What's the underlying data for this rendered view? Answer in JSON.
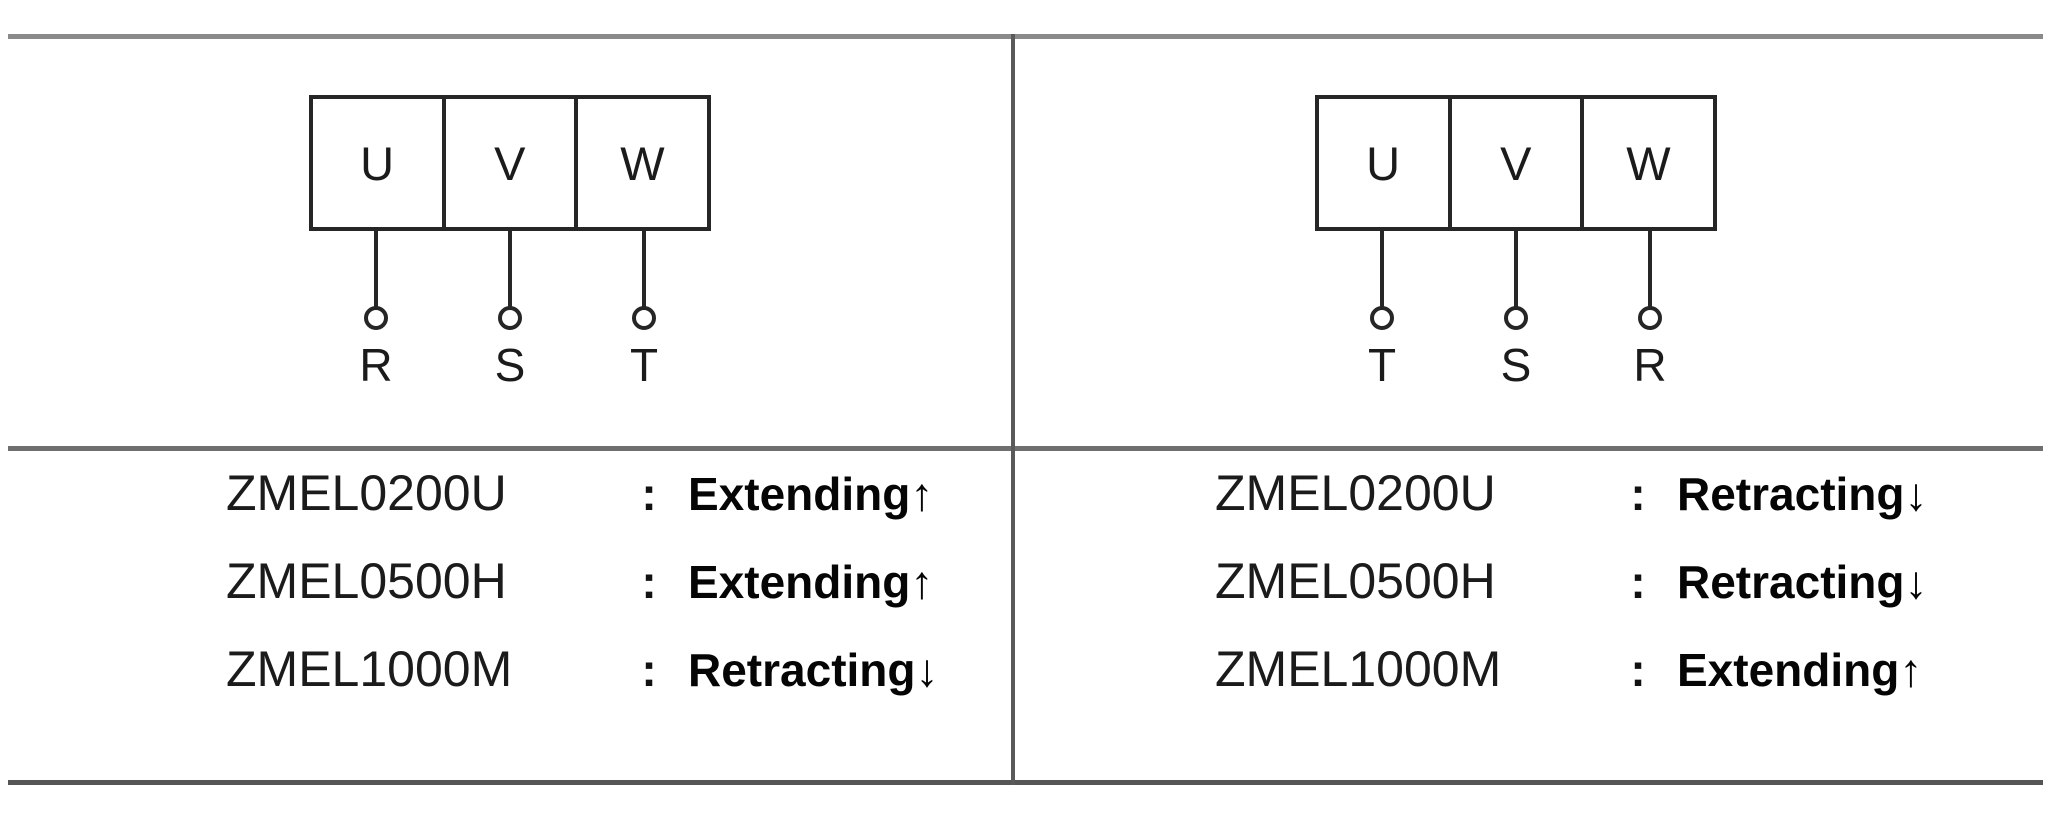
{
  "diagram": {
    "type": "wiring-phase-sequence",
    "panels": [
      {
        "id": "left",
        "terminal_box": {
          "labels": [
            "U",
            "V",
            "W"
          ]
        },
        "supply_terminals": [
          "R",
          "S",
          "T"
        ],
        "specs": [
          {
            "model": "ZMEL0200U",
            "separator": ":",
            "action": "Extending↑"
          },
          {
            "model": "ZMEL0500H",
            "separator": ":",
            "action": "Extending↑"
          },
          {
            "model": "ZMEL1000M",
            "separator": ":",
            "action": "Retracting↓"
          }
        ]
      },
      {
        "id": "right",
        "terminal_box": {
          "labels": [
            "U",
            "V",
            "W"
          ]
        },
        "supply_terminals": [
          "T",
          "S",
          "R"
        ],
        "specs": [
          {
            "model": "ZMEL0200U",
            "separator": ":",
            "action": "Retracting↓"
          },
          {
            "model": "ZMEL0500H",
            "separator": ":",
            "action": "Retracting↓"
          },
          {
            "model": "ZMEL1000M",
            "separator": ":",
            "action": "Extending↑"
          }
        ]
      }
    ]
  },
  "colors": {
    "line": "#262626",
    "rule": "#7d7d7d",
    "text": "#1b1b1b",
    "background": "#ffffff"
  }
}
